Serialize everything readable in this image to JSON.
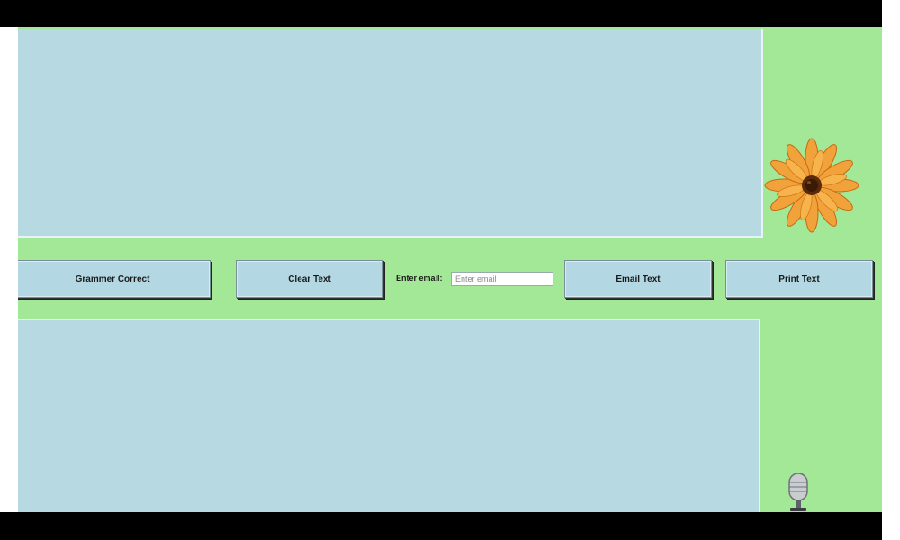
{
  "toolbar": {
    "grammar_label": "Grammer Correct",
    "clear_label": "Clear Text",
    "email_label": "Enter email:",
    "email_placeholder": "Enter email",
    "email_value": "",
    "email_button_label": "Email Text",
    "print_label": "Print Text"
  },
  "icons": {
    "flower": "flower-icon",
    "microphone": "microphone-icon"
  },
  "colors": {
    "background": "#a3e896",
    "panel": "#b6d9e2",
    "button": "#b3d8e3",
    "letterbox": "#000000"
  }
}
